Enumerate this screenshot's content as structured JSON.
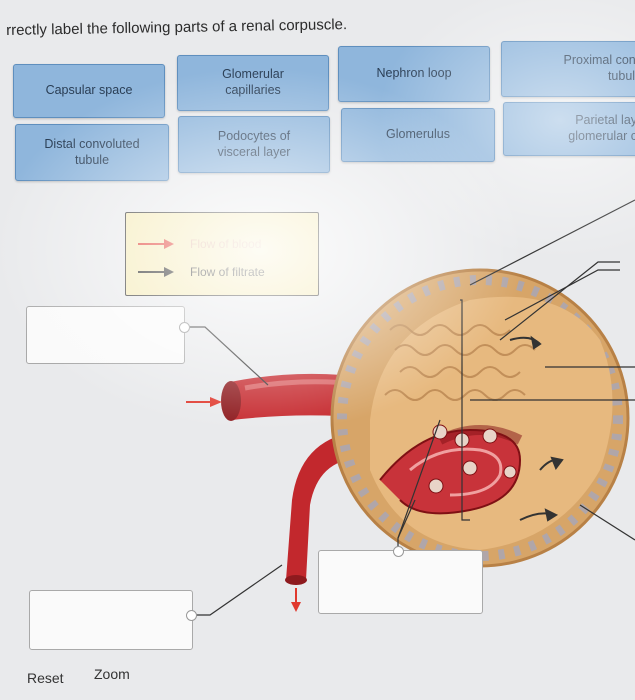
{
  "instruction": "rrectly label the following parts of a renal corpuscle.",
  "tiles": [
    {
      "label": "Capsular space"
    },
    {
      "label": "Glomerular capillaries"
    },
    {
      "label": "Nephron loop"
    },
    {
      "label": "Proximal conv tubule"
    },
    {
      "label": "Distal convoluted tubule"
    },
    {
      "label": "Podocytes of visceral layer"
    },
    {
      "label": "Glomerulus"
    },
    {
      "label": "Parietal laye glomerular ca"
    }
  ],
  "legend": {
    "blood_label": "Flow of blood",
    "filtrate_label": "Flow of filtrate",
    "blood_color": "#e0392e",
    "filtrate_color": "#222222"
  },
  "buttons": {
    "reset": "Reset",
    "zoom": "Zoom"
  },
  "colors": {
    "tile_bg": "#8fb6dc",
    "vessel_red": "#c4262c",
    "tissue_tan": "#d9a86a"
  }
}
